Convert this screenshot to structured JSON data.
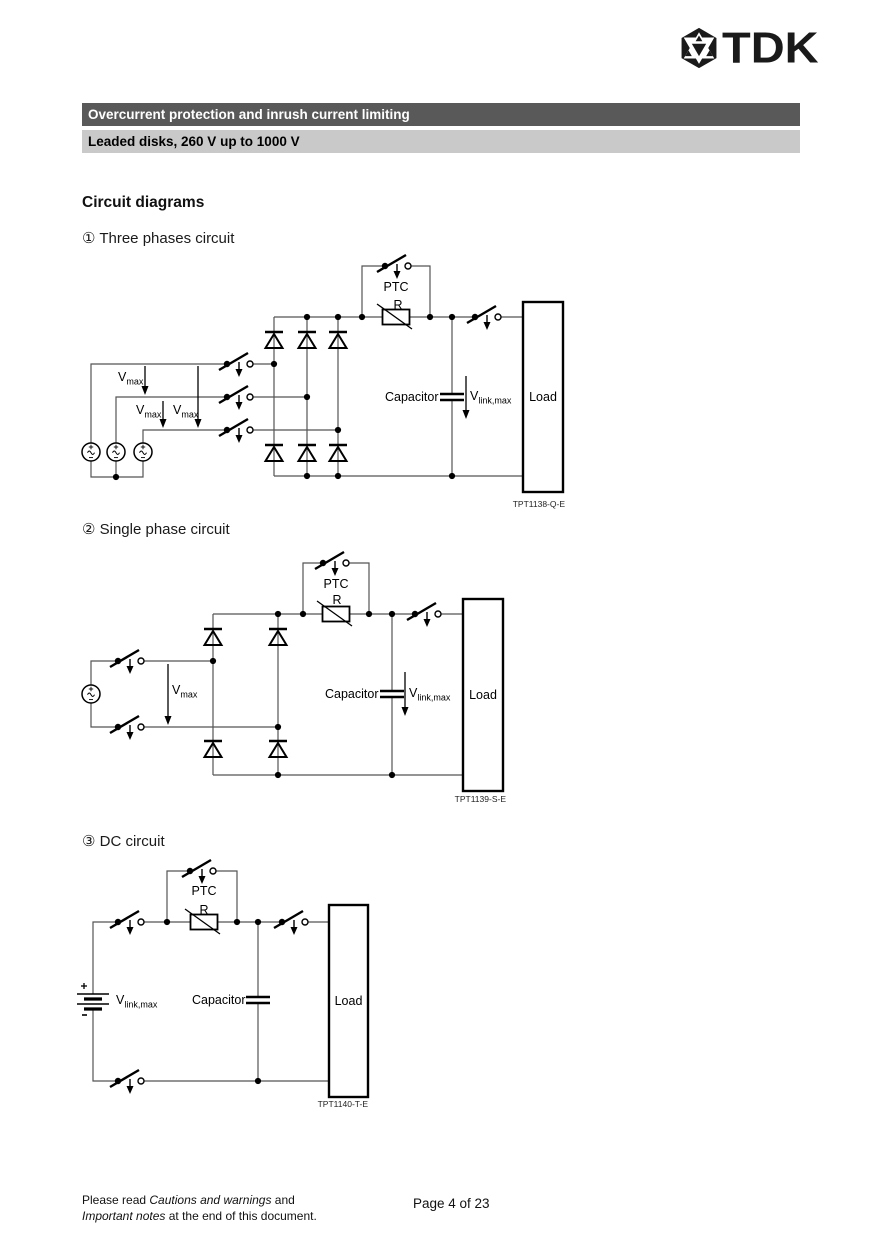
{
  "colors": {
    "bar_dark": "#595959",
    "bar_light": "#c9c9c9",
    "wire": "#555555",
    "symbol": "#000000"
  },
  "logo": {
    "text": "TDK"
  },
  "header": {
    "title": "Overcurrent protection and inrush current limiting",
    "subtitle": "Leaded disks, 260 V up to 1000 V"
  },
  "content": {
    "section_heading": "Circuit diagrams",
    "circuits": [
      {
        "heading": "① Three phases circuit",
        "code": "TPT1138-Q-E",
        "labels": {
          "ptc": "PTC",
          "r": "R",
          "capacitor": "Capacitor",
          "load": "Load",
          "vmax": {
            "base": "V",
            "sub": "max"
          },
          "vlink": {
            "base": "V",
            "sub": "link,max"
          }
        }
      },
      {
        "heading": "② Single phase circuit",
        "code": "TPT1139-S-E",
        "labels": {
          "ptc": "PTC",
          "r": "R",
          "capacitor": "Capacitor",
          "load": "Load",
          "vmax": {
            "base": "V",
            "sub": "max"
          },
          "vlink": {
            "base": "V",
            "sub": "link,max"
          }
        }
      },
      {
        "heading": "③ DC circuit",
        "code": "TPT1140-T-E",
        "labels": {
          "ptc": "PTC",
          "r": "R",
          "capacitor": "Capacitor",
          "load": "Load",
          "vlink": {
            "base": "V",
            "sub": "link,max"
          }
        }
      }
    ]
  },
  "footer": {
    "line1": {
      "pre": "Please read ",
      "italic": "Cautions and warnings",
      "post": " and"
    },
    "line2": {
      "italic": "Important notes",
      "post": " at the end of this document."
    },
    "page": "Page 4 of 23"
  }
}
